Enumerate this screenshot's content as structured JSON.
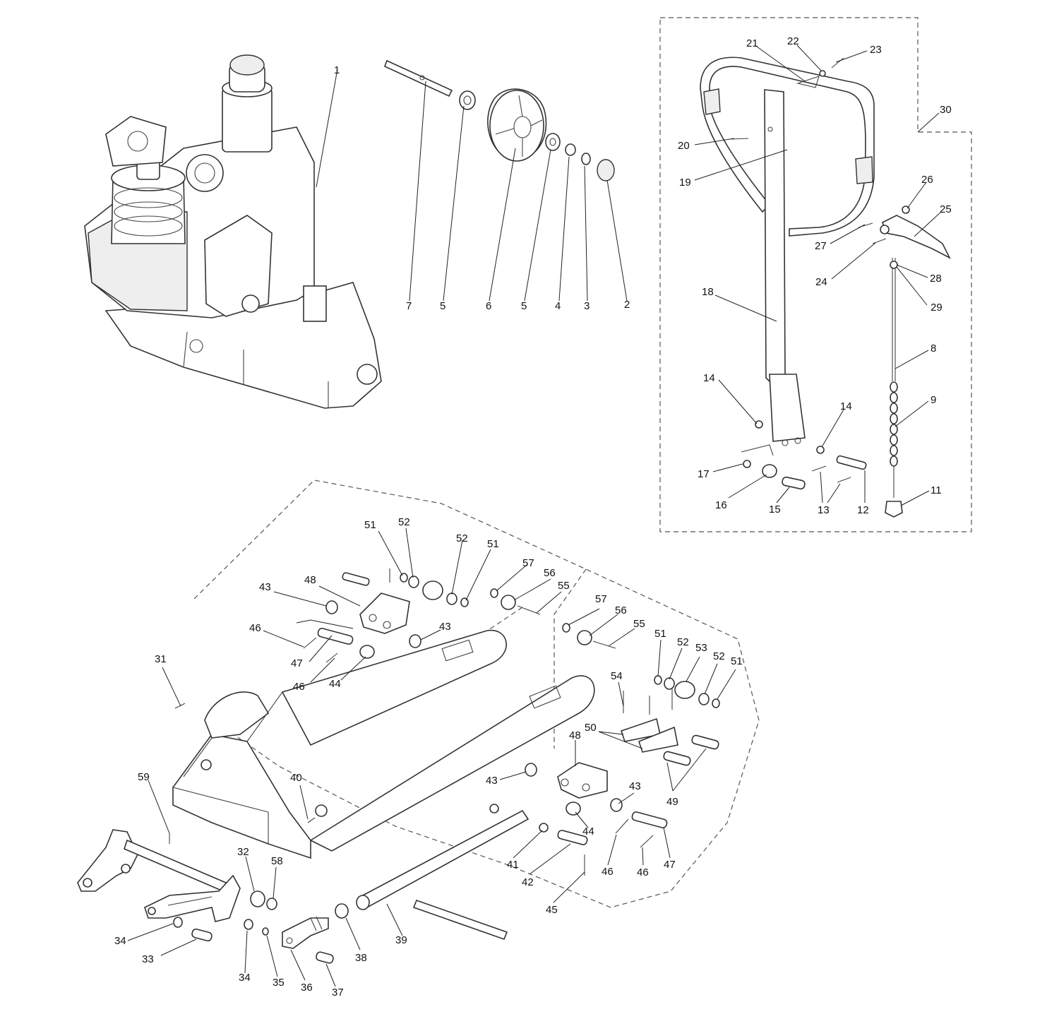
{
  "diagram": {
    "labels": [
      "1",
      "2",
      "3",
      "4",
      "5",
      "6",
      "7",
      "8",
      "9",
      "11",
      "12",
      "13",
      "14",
      "15",
      "16",
      "17",
      "18",
      "19",
      "20",
      "21",
      "22",
      "23",
      "24",
      "25",
      "26",
      "27",
      "28",
      "29",
      "30",
      "31",
      "32",
      "33",
      "34",
      "35",
      "36",
      "37",
      "38",
      "39",
      "40",
      "41",
      "42",
      "43",
      "44",
      "45",
      "46",
      "47",
      "48",
      "49",
      "50",
      "51",
      "52",
      "53",
      "54",
      "55",
      "56",
      "57",
      "58",
      "59"
    ]
  }
}
